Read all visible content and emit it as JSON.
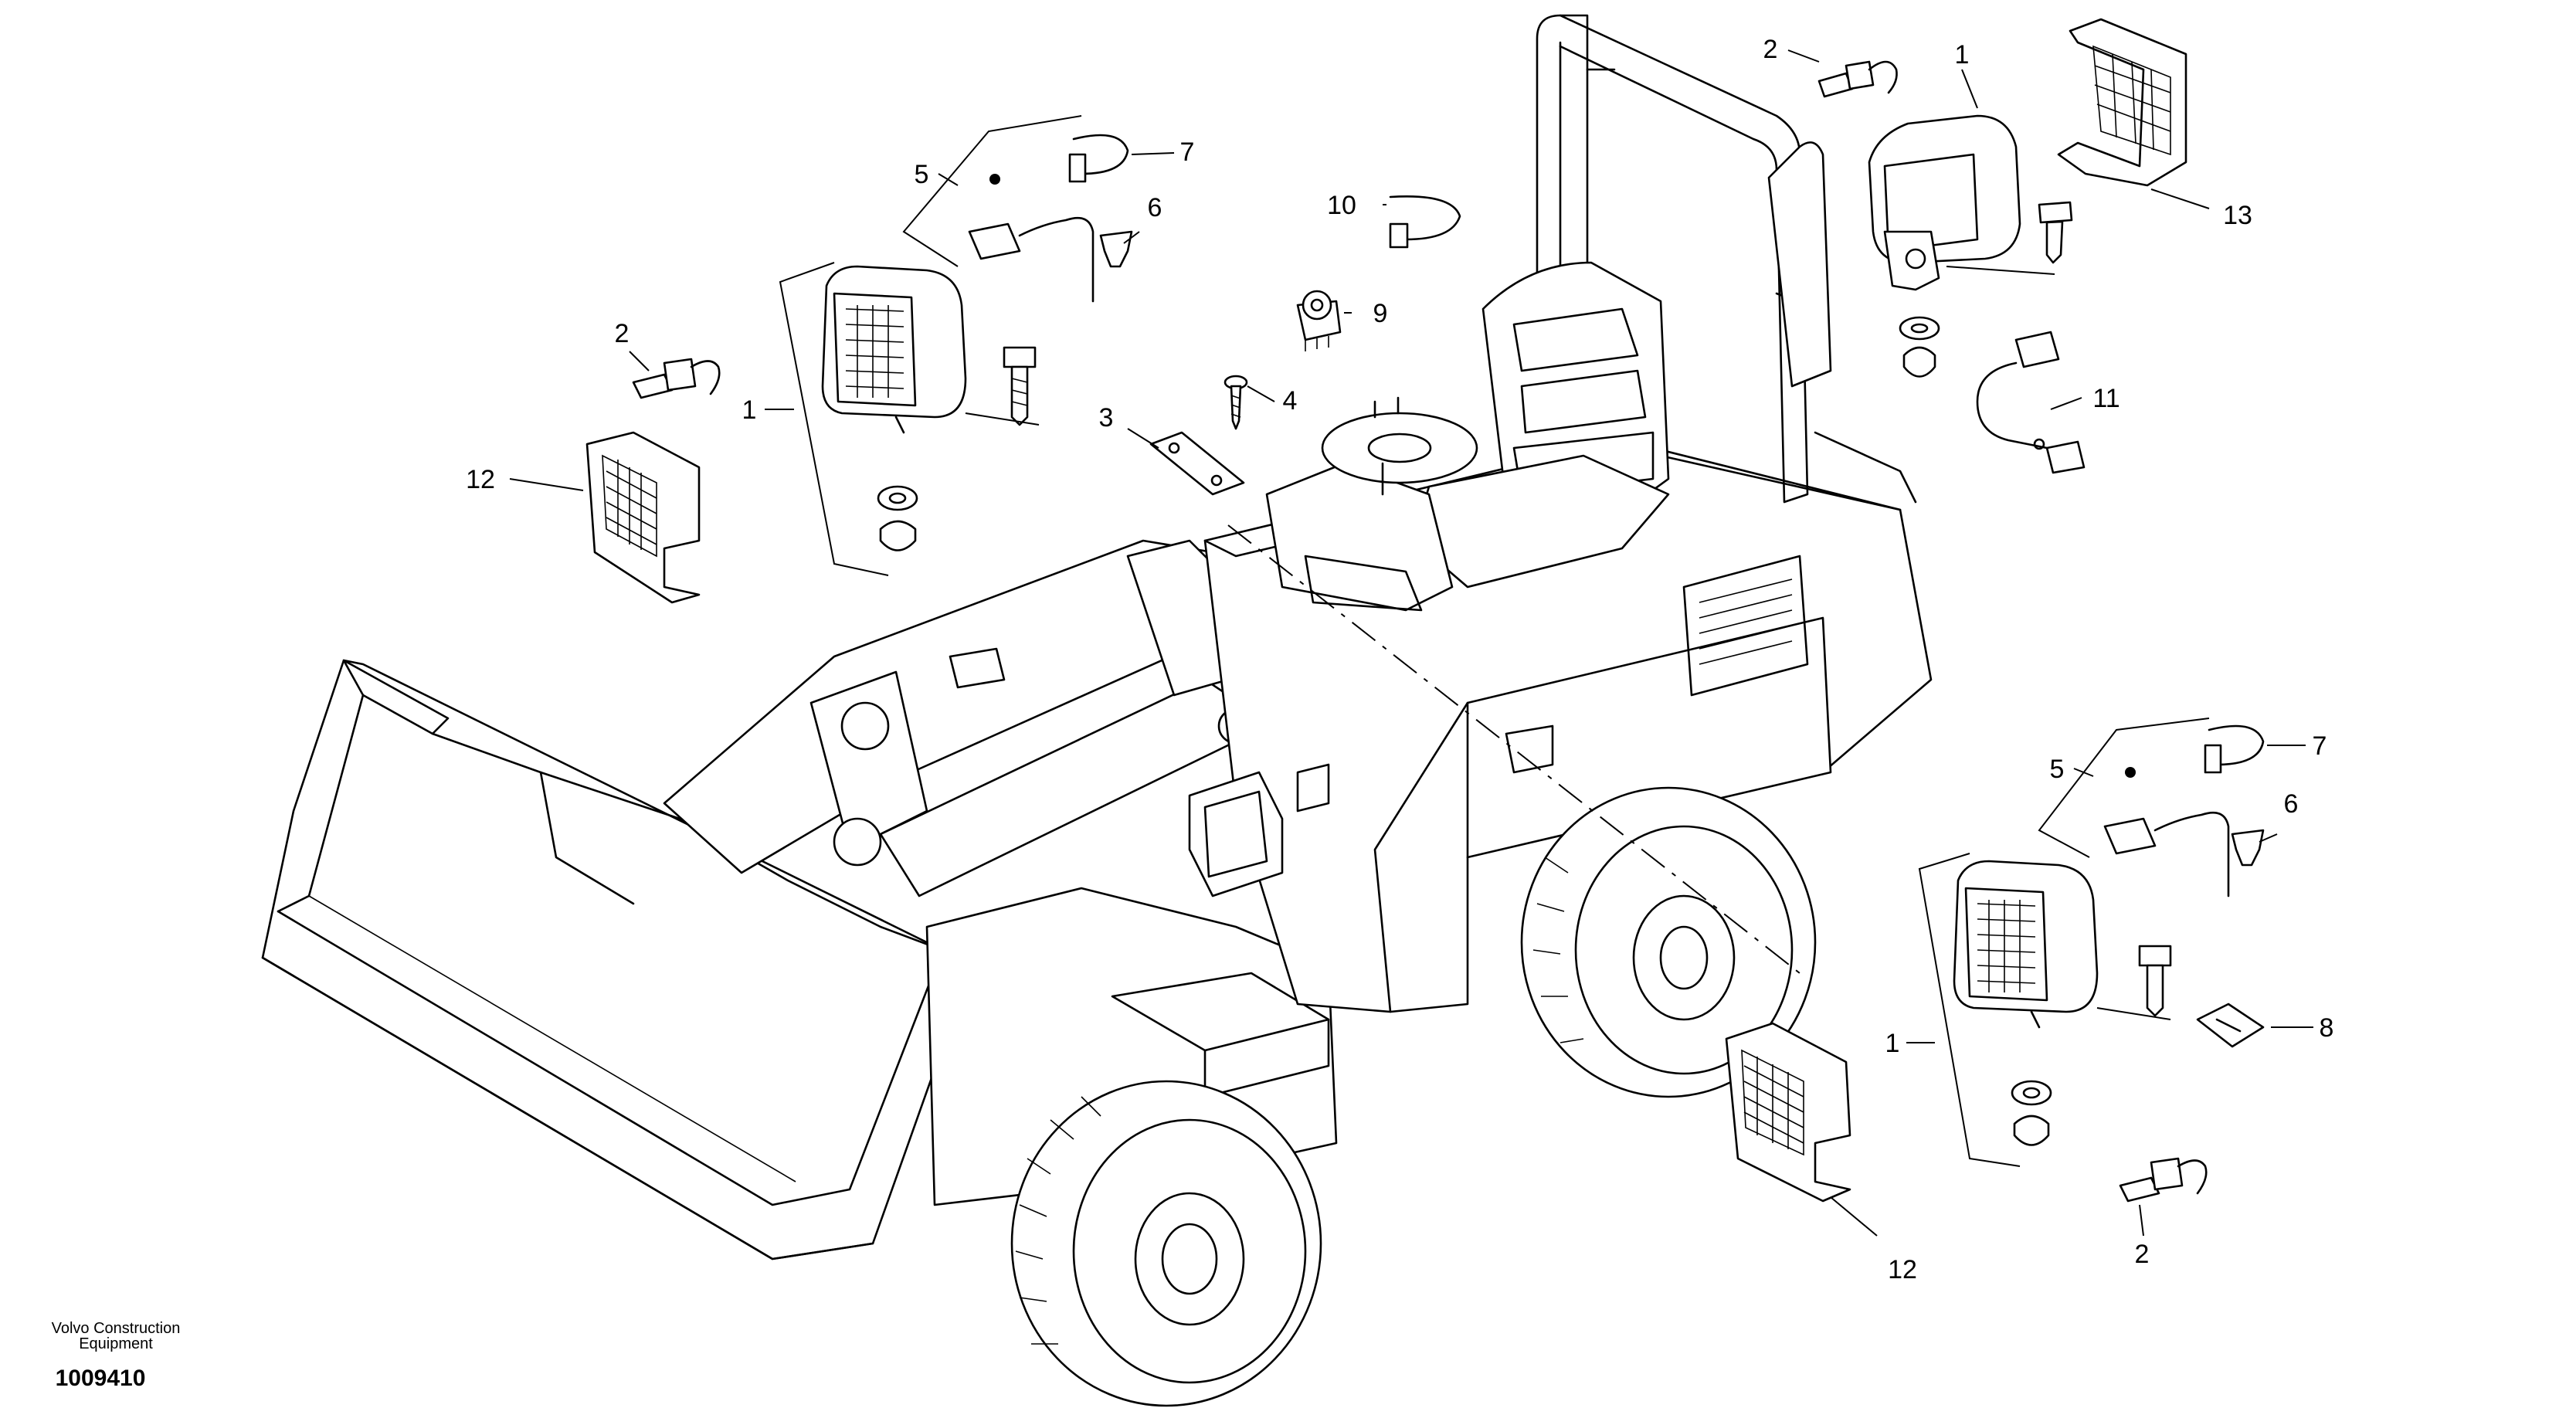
{
  "drawing": {
    "organization_line1": "Volvo Construction",
    "organization_line2": "Equipment",
    "document_number": "1009410"
  },
  "callouts": [
    {
      "id": "c1a",
      "text": "1"
    },
    {
      "id": "c1b",
      "text": "1"
    },
    {
      "id": "c1c",
      "text": "1"
    },
    {
      "id": "c2a",
      "text": "2"
    },
    {
      "id": "c2b",
      "text": "2"
    },
    {
      "id": "c2c",
      "text": "2"
    },
    {
      "id": "c3",
      "text": "3"
    },
    {
      "id": "c4",
      "text": "4"
    },
    {
      "id": "c5a",
      "text": "5"
    },
    {
      "id": "c5b",
      "text": "5"
    },
    {
      "id": "c6a",
      "text": "6"
    },
    {
      "id": "c6b",
      "text": "6"
    },
    {
      "id": "c7a",
      "text": "7"
    },
    {
      "id": "c7b",
      "text": "7"
    },
    {
      "id": "c8",
      "text": "8"
    },
    {
      "id": "c9",
      "text": "9"
    },
    {
      "id": "c10",
      "text": "10"
    },
    {
      "id": "c11",
      "text": "11"
    },
    {
      "id": "c12a",
      "text": "12"
    },
    {
      "id": "c12b",
      "text": "12"
    },
    {
      "id": "c13",
      "text": "13"
    }
  ]
}
